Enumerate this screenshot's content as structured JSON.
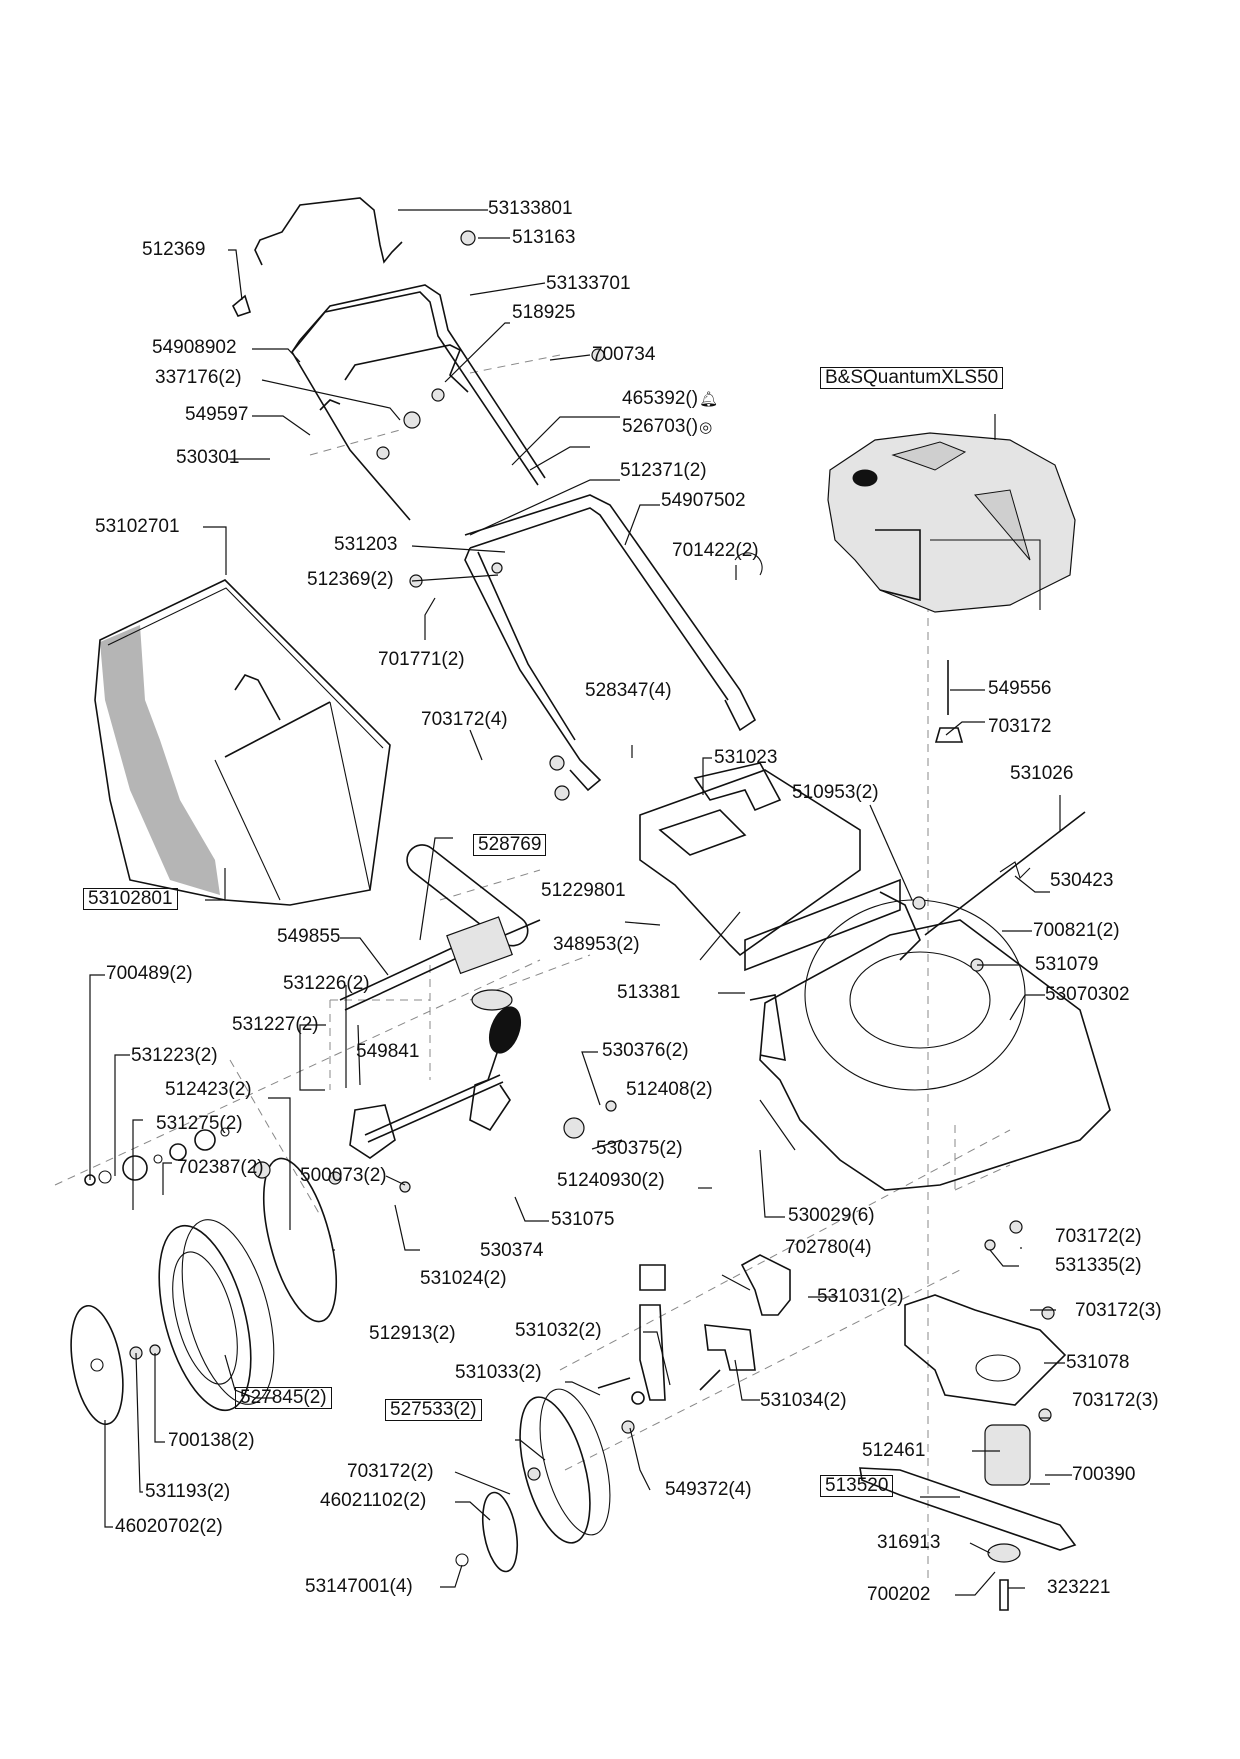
{
  "diagram": {
    "title": "Lawn mower exploded parts diagram",
    "engine_label": "B&SQuantumXLS50",
    "colors": {
      "line": "#111111",
      "shade": "#b5b5b5",
      "dash": "#888888",
      "background": "#ffffff"
    },
    "labels": [
      {
        "id": "53133801",
        "text": "53133801",
        "boxed": false
      },
      {
        "id": "513163",
        "text": "513163",
        "boxed": false
      },
      {
        "id": "512369",
        "text": "512369",
        "boxed": false
      },
      {
        "id": "53133701",
        "text": "53133701",
        "boxed": false
      },
      {
        "id": "518925",
        "text": "518925",
        "boxed": false
      },
      {
        "id": "54908902",
        "text": "54908902",
        "boxed": false
      },
      {
        "id": "700734",
        "text": "700734",
        "boxed": false
      },
      {
        "id": "337176",
        "text": "337176(2)",
        "boxed": false
      },
      {
        "id": "465392",
        "text": "465392()",
        "symbol": "ignition-symbol",
        "boxed": false
      },
      {
        "id": "549597",
        "text": "549597",
        "boxed": false
      },
      {
        "id": "526703",
        "text": "526703()",
        "symbol": "start-symbol",
        "boxed": false
      },
      {
        "id": "530301",
        "text": "530301",
        "boxed": false
      },
      {
        "id": "512371",
        "text": "512371(2)",
        "boxed": false
      },
      {
        "id": "54907502",
        "text": "54907502",
        "boxed": false
      },
      {
        "id": "53102701",
        "text": "53102701",
        "boxed": false
      },
      {
        "id": "531203",
        "text": "531203",
        "boxed": false
      },
      {
        "id": "701422",
        "text": "701422(2)",
        "boxed": false
      },
      {
        "id": "512369-2",
        "text": "512369(2)",
        "boxed": false
      },
      {
        "id": "701771",
        "text": "701771(2)",
        "boxed": false
      },
      {
        "id": "549556",
        "text": "549556",
        "boxed": false
      },
      {
        "id": "528347",
        "text": "528347(4)",
        "boxed": false
      },
      {
        "id": "703172-engine",
        "text": "703172",
        "boxed": false
      },
      {
        "id": "703172-4",
        "text": "703172(4)",
        "boxed": false
      },
      {
        "id": "531023",
        "text": "531023",
        "boxed": false
      },
      {
        "id": "531026",
        "text": "531026",
        "boxed": false
      },
      {
        "id": "510953",
        "text": "510953(2)",
        "boxed": false
      },
      {
        "id": "528769",
        "text": "528769",
        "boxed": true
      },
      {
        "id": "530423",
        "text": "530423",
        "boxed": false
      },
      {
        "id": "51229801",
        "text": "51229801",
        "boxed": false
      },
      {
        "id": "53102801",
        "text": "53102801",
        "boxed": true
      },
      {
        "id": "700821",
        "text": "700821(2)",
        "boxed": false
      },
      {
        "id": "549855",
        "text": "549855",
        "boxed": false
      },
      {
        "id": "348953",
        "text": "348953(2)",
        "boxed": false
      },
      {
        "id": "531079",
        "text": "531079",
        "boxed": false
      },
      {
        "id": "700489",
        "text": "700489(2)",
        "boxed": false
      },
      {
        "id": "531226",
        "text": "531226(2)",
        "boxed": false
      },
      {
        "id": "513381",
        "text": "513381",
        "boxed": false
      },
      {
        "id": "53070302",
        "text": "53070302",
        "boxed": false
      },
      {
        "id": "531227",
        "text": "531227(2)",
        "boxed": false
      },
      {
        "id": "531223",
        "text": "531223(2)",
        "boxed": false
      },
      {
        "id": "549841",
        "text": "549841",
        "boxed": false
      },
      {
        "id": "530376",
        "text": "530376(2)",
        "boxed": false
      },
      {
        "id": "512423",
        "text": "512423(2)",
        "boxed": false
      },
      {
        "id": "512408",
        "text": "512408(2)",
        "boxed": false
      },
      {
        "id": "531275",
        "text": "531275(2)",
        "boxed": false
      },
      {
        "id": "702387",
        "text": "702387(2)",
        "boxed": false
      },
      {
        "id": "500073",
        "text": "500073(2)",
        "boxed": false
      },
      {
        "id": "530375",
        "text": "530375(2)",
        "boxed": false
      },
      {
        "id": "51240930",
        "text": "51240930(2)",
        "boxed": false
      },
      {
        "id": "531075",
        "text": "531075",
        "boxed": false
      },
      {
        "id": "530029",
        "text": "530029(6)",
        "boxed": false
      },
      {
        "id": "530374",
        "text": "530374",
        "boxed": false
      },
      {
        "id": "702780",
        "text": "702780(4)",
        "boxed": false
      },
      {
        "id": "703172-2a",
        "text": "703172(2)",
        "boxed": false
      },
      {
        "id": "531335",
        "text": "531335(2)",
        "boxed": false
      },
      {
        "id": "531024",
        "text": "531024(2)",
        "boxed": false
      },
      {
        "id": "531031",
        "text": "531031(2)",
        "boxed": false
      },
      {
        "id": "703172-3a",
        "text": "703172(3)",
        "boxed": false
      },
      {
        "id": "512913",
        "text": "512913(2)",
        "boxed": false
      },
      {
        "id": "531032",
        "text": "531032(2)",
        "boxed": false
      },
      {
        "id": "531078",
        "text": "531078",
        "boxed": false
      },
      {
        "id": "531033",
        "text": "531033(2)",
        "boxed": false
      },
      {
        "id": "527845",
        "text": "527845(2)",
        "boxed": true
      },
      {
        "id": "531034",
        "text": "531034(2)",
        "boxed": false
      },
      {
        "id": "703172-3b",
        "text": "703172(3)",
        "boxed": false
      },
      {
        "id": "527533",
        "text": "527533(2)",
        "boxed": true
      },
      {
        "id": "700138",
        "text": "700138(2)",
        "boxed": false
      },
      {
        "id": "512461",
        "text": "512461",
        "boxed": false
      },
      {
        "id": "703172-2b",
        "text": "703172(2)",
        "boxed": false
      },
      {
        "id": "549372",
        "text": "549372(4)",
        "boxed": false
      },
      {
        "id": "700390",
        "text": "700390",
        "boxed": false
      },
      {
        "id": "531193",
        "text": "531193(2)",
        "boxed": false
      },
      {
        "id": "46021102",
        "text": "46021102(2)",
        "boxed": false
      },
      {
        "id": "513520",
        "text": "513520",
        "boxed": true
      },
      {
        "id": "46020702",
        "text": "46020702(2)",
        "boxed": false
      },
      {
        "id": "316913",
        "text": "316913",
        "boxed": false
      },
      {
        "id": "53147001",
        "text": "53147001(4)",
        "boxed": false
      },
      {
        "id": "700202",
        "text": "700202",
        "boxed": false
      },
      {
        "id": "323221",
        "text": "323221",
        "boxed": false
      }
    ]
  }
}
